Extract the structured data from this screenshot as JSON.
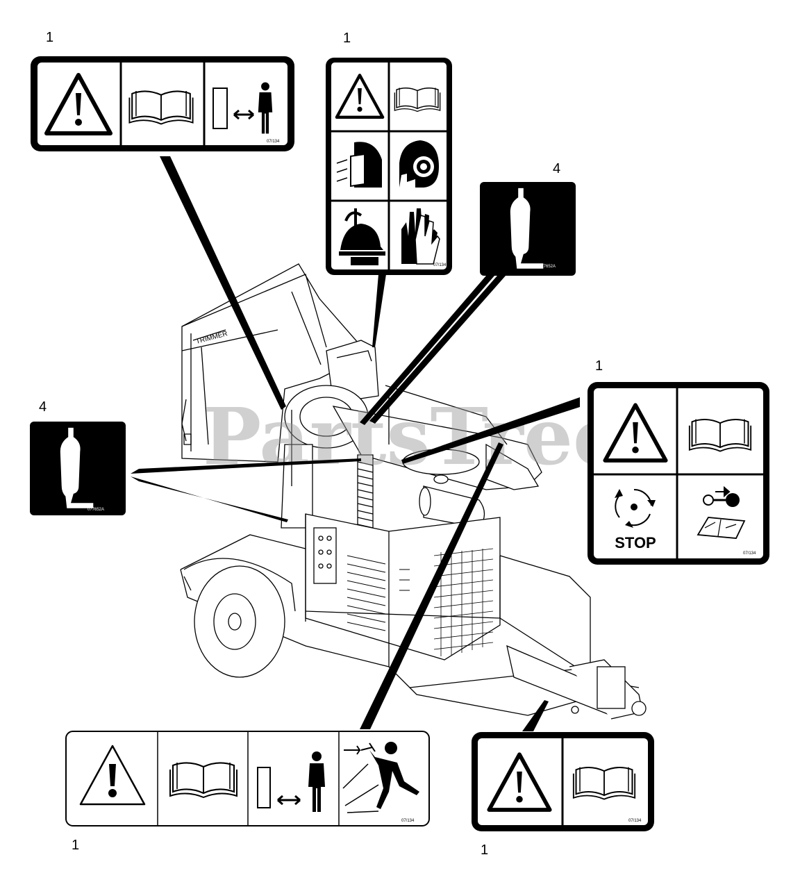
{
  "callouts": {
    "c1": "1",
    "c2": "1",
    "c3": "4",
    "c4": "4",
    "c5": "1",
    "c6": "1",
    "c7": "1"
  },
  "decals": {
    "stop_text": "STOP",
    "code_a": "07/134",
    "code_b": "07/134",
    "code_c": "07/134",
    "code_d": "07/134",
    "code_e": "07/134",
    "code_f": "077652A",
    "code_g": "077652A"
  },
  "watermark": "PartsTree",
  "icons": [
    "warning-triangle-icon",
    "manual-book-icon",
    "keep-distance-icon",
    "eye-protection-icon",
    "hearing-protection-icon",
    "hard-hat-icon",
    "gloves-icon",
    "rotating-blades-stop-icon",
    "key-manual-icon",
    "thrown-object-icon",
    "bottle-icon"
  ]
}
